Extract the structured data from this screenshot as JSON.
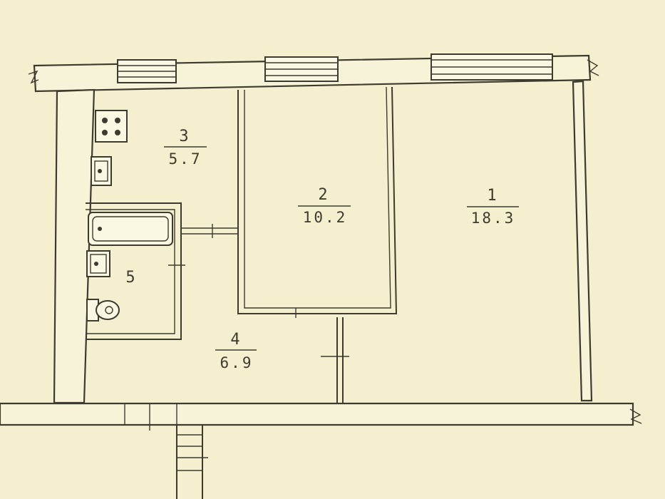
{
  "rooms": [
    {
      "id": "1",
      "number": "1",
      "area": "18.3"
    },
    {
      "id": "2",
      "number": "2",
      "area": "10.2"
    },
    {
      "id": "3",
      "number": "3",
      "area": "5.7"
    },
    {
      "id": "4",
      "number": "4",
      "area": "6.9"
    },
    {
      "id": "5",
      "number": "5",
      "area": ""
    }
  ],
  "colors": {
    "paper": "#f4f0cf",
    "ink": "#3d3a2e"
  },
  "icons": [
    "stove-icon",
    "sink-icon",
    "bathtub-icon",
    "washbasin-icon",
    "toilet-icon"
  ]
}
